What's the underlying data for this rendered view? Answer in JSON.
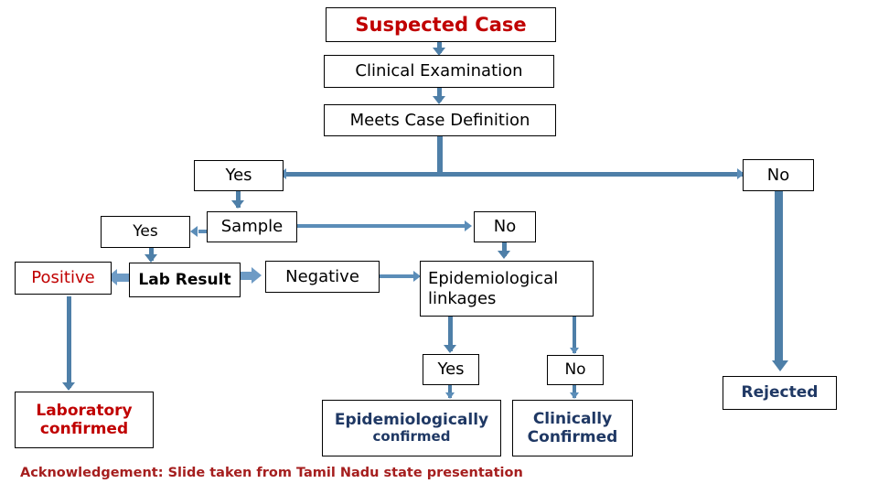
{
  "diagram": {
    "title": "Suspected Case surveillance flowchart",
    "colors": {
      "red": "#C00000",
      "navy": "#1F3864",
      "black": "#000000",
      "connector_blue": "#4E7FA8",
      "connector_light_blue": "#6E9BC5",
      "footer_red": "#A51E1E",
      "box_border": "#000000",
      "background": "#FFFFFF"
    },
    "nodes": {
      "suspected_case": "Suspected Case",
      "clinical_examination": "Clinical Examination",
      "meets_case_definition": "Meets Case Definition",
      "yes_meets": "Yes",
      "no_meets": "No",
      "sample": "Sample",
      "yes_sample": "Yes",
      "no_sample": "No",
      "lab_result": "Lab Result",
      "positive": "Positive",
      "negative": "Negative",
      "epidemiological_linkages": "Epidemiological linkages",
      "yes_linkage": "Yes",
      "no_linkage": "No",
      "laboratory_confirmed": "Laboratory\nconfirmed",
      "laboratory_confirmed_line1": "Laboratory",
      "laboratory_confirmed_line2": "confirmed",
      "epidemiologically_confirmed_line1": "Epidemiologically",
      "epidemiologically_confirmed_line2": "confirmed",
      "clinically_confirmed_line1": "Clinically",
      "clinically_confirmed_line2": "Confirmed",
      "rejected": "Rejected"
    },
    "footer": "Acknowledgement: Slide taken from Tamil Nadu state presentation"
  }
}
